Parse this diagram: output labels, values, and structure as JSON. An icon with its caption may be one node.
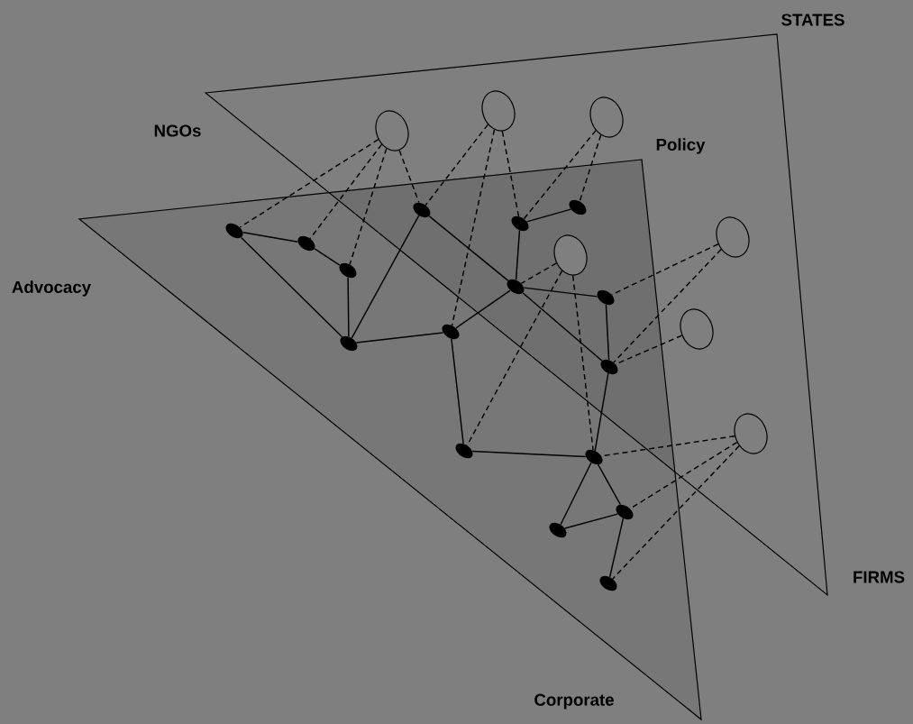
{
  "diagram": {
    "nodes": [
      {
        "text": [],
        "shape": "circle"
      },
      {
        "text": [],
        "shape": "circle"
      },
      {
        "text": [],
        "shape": "circle"
      },
      {
        "text": [],
        "shape": "circle"
      },
      {
        "text": [],
        "shape": "circle"
      },
      {
        "text": [],
        "shape": "circle"
      },
      {
        "text": [],
        "shape": "circle"
      },
      {
        "text": [],
        "shape": "dot"
      },
      {
        "text": [],
        "shape": "dot"
      },
      {
        "text": [],
        "shape": "dot"
      },
      {
        "text": [],
        "shape": "dot"
      },
      {
        "text": [],
        "shape": "dot"
      },
      {
        "text": [],
        "shape": "dot"
      },
      {
        "text": [],
        "shape": "dot"
      },
      {
        "text": [],
        "shape": "dot"
      },
      {
        "text": [],
        "shape": "dot"
      },
      {
        "text": [],
        "shape": "dot"
      },
      {
        "text": [],
        "shape": "dot"
      },
      {
        "text": [],
        "shape": "dot"
      },
      {
        "text": [],
        "shape": "dot"
      },
      {
        "text": [],
        "shape": "dot"
      },
      {
        "text": [],
        "shape": "dot"
      },
      {
        "text": [],
        "shape": "dot"
      }
    ],
    "edges": [
      {
        "from": 7,
        "to": 8,
        "arrow": "none"
      },
      {
        "from": 8,
        "to": 9,
        "arrow": "none"
      },
      {
        "from": 7,
        "to": 15,
        "arrow": "none"
      },
      {
        "from": 9,
        "to": 15,
        "arrow": "none"
      },
      {
        "from": 15,
        "to": 10,
        "arrow": "none"
      },
      {
        "from": 15,
        "to": 16,
        "arrow": "none"
      },
      {
        "from": 10,
        "to": 13,
        "arrow": "none"
      },
      {
        "from": 13,
        "to": 17,
        "arrow": "none"
      },
      {
        "from": 11,
        "to": 12,
        "arrow": "none"
      },
      {
        "from": 11,
        "to": 13,
        "arrow": "none"
      },
      {
        "from": 13,
        "to": 14,
        "arrow": "none"
      },
      {
        "from": 13,
        "to": 16,
        "arrow": "none"
      },
      {
        "from": 14,
        "to": 17,
        "arrow": "none"
      },
      {
        "from": 16,
        "to": 18,
        "arrow": "none"
      },
      {
        "from": 18,
        "to": 19,
        "arrow": "none"
      },
      {
        "from": 17,
        "to": 19,
        "arrow": "none"
      },
      {
        "from": 19,
        "to": 21,
        "arrow": "none"
      },
      {
        "from": 19,
        "to": 20,
        "arrow": "none"
      },
      {
        "from": 21,
        "to": 20,
        "arrow": "none"
      },
      {
        "from": 20,
        "to": 22,
        "arrow": "none"
      },
      {
        "from": 0,
        "to": 7,
        "arrow": "none",
        "style": "dashed"
      },
      {
        "from": 0,
        "to": 8,
        "arrow": "none",
        "style": "dashed"
      },
      {
        "from": 0,
        "to": 9,
        "arrow": "none",
        "style": "dashed"
      },
      {
        "from": 0,
        "to": 10,
        "arrow": "none",
        "style": "dashed"
      },
      {
        "from": 1,
        "to": 10,
        "arrow": "none",
        "style": "dashed"
      },
      {
        "from": 1,
        "to": 16,
        "arrow": "none",
        "style": "dashed"
      },
      {
        "from": 1,
        "to": 11,
        "arrow": "none",
        "style": "dashed"
      },
      {
        "from": 2,
        "to": 11,
        "arrow": "none",
        "style": "dashed"
      },
      {
        "from": 2,
        "to": 12,
        "arrow": "none",
        "style": "dashed"
      },
      {
        "from": 3,
        "to": 13,
        "arrow": "none",
        "style": "dashed"
      },
      {
        "from": 3,
        "to": 18,
        "arrow": "none",
        "style": "dashed"
      },
      {
        "from": 3,
        "to": 19,
        "arrow": "none",
        "style": "dashed"
      },
      {
        "from": 4,
        "to": 14,
        "arrow": "none",
        "style": "dashed"
      },
      {
        "from": 4,
        "to": 17,
        "arrow": "none",
        "style": "dashed"
      },
      {
        "from": 5,
        "to": 17,
        "arrow": "none",
        "style": "dashed"
      },
      {
        "from": 6,
        "to": 19,
        "arrow": "none",
        "style": "dashed"
      },
      {
        "from": 6,
        "to": 20,
        "arrow": "none",
        "style": "dashed"
      },
      {
        "from": 6,
        "to": 22,
        "arrow": "none",
        "style": "dashed"
      }
    ],
    "labels": [
      "STATES",
      "NGOs",
      "Policy",
      "Advocacy",
      "FIRMS",
      "Corporate"
    ]
  }
}
